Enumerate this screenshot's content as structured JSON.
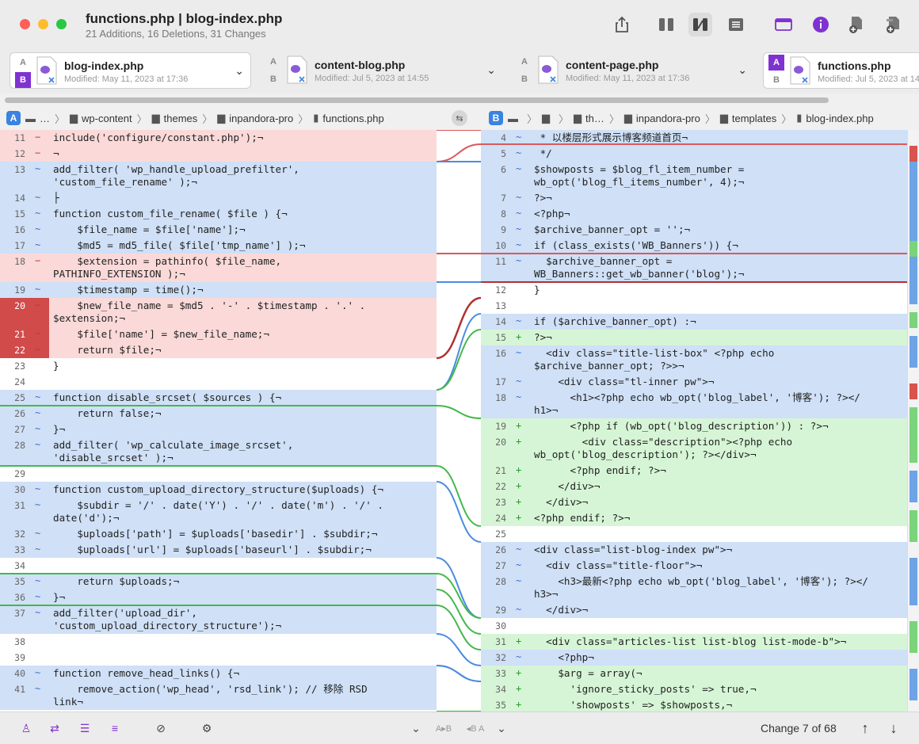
{
  "title": "functions.php | blog-index.php",
  "subtitle": "21 Additions, 16 Deletions, 31 Changes",
  "tabs": [
    {
      "name": "blog-index.php",
      "modified": "Modified: May 11, 2023 at 17:36",
      "a": "A",
      "b": "B"
    },
    {
      "name": "content-blog.php",
      "modified": "Modified: Jul 5, 2023 at 14:55",
      "a": "A",
      "b": "B"
    },
    {
      "name": "content-page.php",
      "modified": "Modified: May 11, 2023 at 17:36",
      "a": "A",
      "b": "B"
    },
    {
      "name": "functions.php",
      "modified": "Modified: Jul 5, 2023 at 14:55",
      "a": "A",
      "b": "B"
    }
  ],
  "left_crumbs": {
    "badge": "A",
    "items": [
      "…",
      "wp-content",
      "themes",
      "inpandora-pro",
      "functions.php"
    ]
  },
  "right_crumbs": {
    "badge": "B",
    "items": [
      "th…",
      "inpandora-pro",
      "templates",
      "blog-index.php"
    ]
  },
  "left_rows": [
    {
      "ln": "11",
      "mk": "−",
      "t": "del",
      "code": "include('configure/constant.php');¬"
    },
    {
      "ln": "12",
      "mk": "−",
      "t": "del",
      "code": "¬"
    },
    {
      "ln": "13",
      "mk": "~",
      "t": "mod",
      "code": "add_filter( 'wp_handle_upload_prefilter',\n'custom_file_rename' );¬"
    },
    {
      "ln": "14",
      "mk": "~",
      "t": "mod",
      "code": "├"
    },
    {
      "ln": "15",
      "mk": "~",
      "t": "mod",
      "code": "function custom_file_rename( $file ) {¬"
    },
    {
      "ln": "16",
      "mk": "~",
      "t": "mod",
      "code": "    $file_name = $file['name'];¬"
    },
    {
      "ln": "17",
      "mk": "~",
      "t": "mod",
      "code": "    $md5 = md5_file( $file['tmp_name'] );¬"
    },
    {
      "ln": "18",
      "mk": "−",
      "t": "del",
      "code": "    $extension = pathinfo( $file_name,\nPATHINFO_EXTENSION );¬"
    },
    {
      "ln": "19",
      "mk": "~",
      "t": "mod",
      "code": "    $timestamp = time();¬"
    },
    {
      "ln": "20",
      "mk": "−",
      "t": "del",
      "hot": true,
      "code": "    $new_file_name = $md5 . '-' . $timestamp . '.' .\n$extension;¬"
    },
    {
      "ln": "21",
      "mk": "−",
      "t": "del",
      "hot": true,
      "code": "    $file['name'] = $new_file_name;¬"
    },
    {
      "ln": "22",
      "mk": "−",
      "t": "del",
      "hot": true,
      "code": "    return $file;¬"
    },
    {
      "ln": "23",
      "mk": "",
      "t": "eq",
      "code": "}"
    },
    {
      "ln": "24",
      "mk": "",
      "t": "eq",
      "code": ""
    },
    {
      "ln": "25",
      "mk": "~",
      "t": "mod",
      "code": "function disable_srcset( $sources ) {¬"
    },
    {
      "ln": "26",
      "mk": "~",
      "t": "mod",
      "code": "    return false;¬"
    },
    {
      "ln": "27",
      "mk": "~",
      "t": "mod",
      "code": "}¬"
    },
    {
      "ln": "28",
      "mk": "~",
      "t": "mod",
      "code": "add_filter( 'wp_calculate_image_srcset',\n'disable_srcset' );¬"
    },
    {
      "ln": "29",
      "mk": "",
      "t": "eq",
      "code": ""
    },
    {
      "ln": "30",
      "mk": "~",
      "t": "mod",
      "code": "function custom_upload_directory_structure($uploads) {¬"
    },
    {
      "ln": "31",
      "mk": "~",
      "t": "mod",
      "code": "    $subdir = '/' . date('Y') . '/' . date('m') . '/' .\ndate('d');¬"
    },
    {
      "ln": "32",
      "mk": "~",
      "t": "mod",
      "code": "    $uploads['path'] = $uploads['basedir'] . $subdir;¬"
    },
    {
      "ln": "33",
      "mk": "~",
      "t": "mod",
      "code": "    $uploads['url'] = $uploads['baseurl'] . $subdir;¬"
    },
    {
      "ln": "34",
      "mk": "",
      "t": "eq",
      "code": ""
    },
    {
      "ln": "35",
      "mk": "~",
      "t": "mod",
      "code": "    return $uploads;¬"
    },
    {
      "ln": "36",
      "mk": "~",
      "t": "mod",
      "code": "}¬"
    },
    {
      "ln": "37",
      "mk": "~",
      "t": "mod",
      "code": "add_filter('upload_dir',\n'custom_upload_directory_structure');¬"
    },
    {
      "ln": "38",
      "mk": "",
      "t": "eq",
      "code": ""
    },
    {
      "ln": "39",
      "mk": "",
      "t": "eq",
      "code": ""
    },
    {
      "ln": "40",
      "mk": "~",
      "t": "mod",
      "code": "function remove_head_links() {¬"
    },
    {
      "ln": "41",
      "mk": "~",
      "t": "mod",
      "code": "    remove_action('wp_head', 'rsd_link'); // 移除 RSD\nlink¬"
    }
  ],
  "right_rows": [
    {
      "ln": "4",
      "mk": "~",
      "t": "mod",
      "code": " * 以楼层形式展示博客频道首页¬"
    },
    {
      "ln": "5",
      "mk": "~",
      "t": "mod",
      "code": " */"
    },
    {
      "ln": "6",
      "mk": "~",
      "t": "mod",
      "code": "$showposts = $blog_fl_item_number =\nwb_opt('blog_fl_items_number', 4);¬"
    },
    {
      "ln": "7",
      "mk": "~",
      "t": "mod",
      "code": "?>¬"
    },
    {
      "ln": "8",
      "mk": "~",
      "t": "mod",
      "code": "<?php¬"
    },
    {
      "ln": "9",
      "mk": "~",
      "t": "mod",
      "code": "$archive_banner_opt = '';¬"
    },
    {
      "ln": "10",
      "mk": "~",
      "t": "mod",
      "code": "if (class_exists('WB_Banners')) {¬"
    },
    {
      "ln": "11",
      "mk": "~",
      "t": "mod",
      "code": "  $archive_banner_opt =\nWB_Banners::get_wb_banner('blog');¬"
    },
    {
      "ln": "12",
      "mk": "",
      "t": "eq",
      "code": "}"
    },
    {
      "ln": "13",
      "mk": "",
      "t": "eq",
      "code": ""
    },
    {
      "ln": "14",
      "mk": "~",
      "t": "mod",
      "code": "if ($archive_banner_opt) :¬"
    },
    {
      "ln": "15",
      "mk": "+",
      "t": "add",
      "code": "?>¬"
    },
    {
      "ln": "16",
      "mk": "~",
      "t": "mod",
      "code": "  <div class=\"title-list-box\" <?php echo\n$archive_banner_opt; ?>>¬"
    },
    {
      "ln": "17",
      "mk": "~",
      "t": "mod",
      "code": "    <div class=\"tl-inner pw\">¬"
    },
    {
      "ln": "18",
      "mk": "~",
      "t": "mod",
      "code": "      <h1><?php echo wb_opt('blog_label', '博客'); ?></\nh1>¬"
    },
    {
      "ln": "19",
      "mk": "+",
      "t": "add",
      "code": "      <?php if (wb_opt('blog_description')) : ?>¬"
    },
    {
      "ln": "20",
      "mk": "+",
      "t": "add",
      "code": "        <div class=\"description\"><?php echo\nwb_opt('blog_description'); ?></div>¬"
    },
    {
      "ln": "21",
      "mk": "+",
      "t": "add",
      "code": "      <?php endif; ?>¬"
    },
    {
      "ln": "22",
      "mk": "+",
      "t": "add",
      "code": "    </div>¬"
    },
    {
      "ln": "23",
      "mk": "+",
      "t": "add",
      "code": "  </div>¬"
    },
    {
      "ln": "24",
      "mk": "+",
      "t": "add",
      "code": "<?php endif; ?>¬"
    },
    {
      "ln": "25",
      "mk": "",
      "t": "eq",
      "code": ""
    },
    {
      "ln": "26",
      "mk": "~",
      "t": "mod",
      "code": "<div class=\"list-blog-index pw\">¬"
    },
    {
      "ln": "27",
      "mk": "~",
      "t": "mod",
      "code": "  <div class=\"title-floor\">¬"
    },
    {
      "ln": "28",
      "mk": "~",
      "t": "mod",
      "code": "    <h3>最新<?php echo wb_opt('blog_label', '博客'); ?></\nh3>¬"
    },
    {
      "ln": "29",
      "mk": "~",
      "t": "mod",
      "code": "  </div>¬"
    },
    {
      "ln": "30",
      "mk": "",
      "t": "eq",
      "code": ""
    },
    {
      "ln": "31",
      "mk": "+",
      "t": "add",
      "code": "  <div class=\"articles-list list-blog list-mode-b\">¬"
    },
    {
      "ln": "32",
      "mk": "~",
      "t": "mod",
      "code": "    <?php¬"
    },
    {
      "ln": "33",
      "mk": "+",
      "t": "add",
      "code": "    $arg = array(¬"
    },
    {
      "ln": "34",
      "mk": "+",
      "t": "add",
      "code": "      'ignore_sticky_posts' => true,¬"
    },
    {
      "ln": "35",
      "mk": "+",
      "t": "add",
      "code": "      'showposts' => $showposts,¬"
    }
  ],
  "change_label": "Change 7 of 68",
  "colors": {
    "accent": "#7f32d1",
    "modified": "#cfe0f7",
    "deleted": "#fbd9d9",
    "added": "#d6f5d6",
    "hot": "#d14b4b",
    "badge": "#3a83e0"
  }
}
